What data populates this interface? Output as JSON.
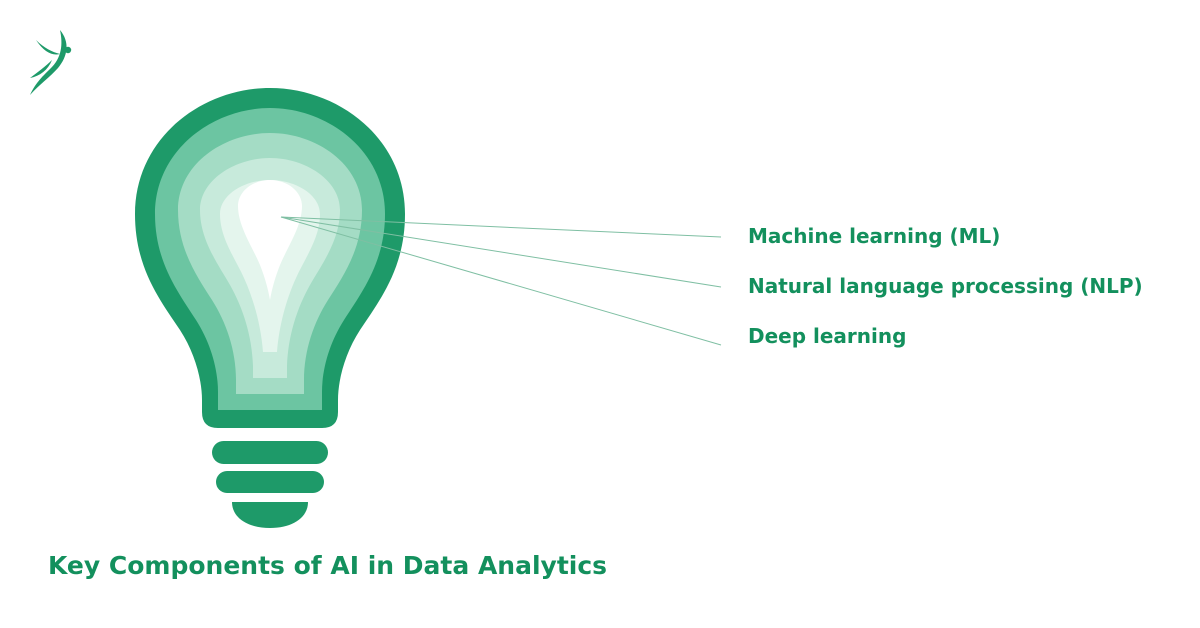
{
  "title": "Key Components of AI in Data Analytics",
  "components": [
    {
      "label": "Machine learning (ML)"
    },
    {
      "label": "Natural language processing (NLP)"
    },
    {
      "label": "Deep learning"
    }
  ],
  "icons": {
    "logo": "leaping-figure-logo-icon",
    "bulb": "lightbulb-icon"
  },
  "colors": {
    "primary": "#1e9a69",
    "ring2": "#6cc5a2",
    "ring3": "#a4dcc5",
    "ring4": "#c7eadb",
    "ring5": "#e4f5ed",
    "core": "#ffffff",
    "connector": "#7fbfa3",
    "text": "#13905d"
  }
}
